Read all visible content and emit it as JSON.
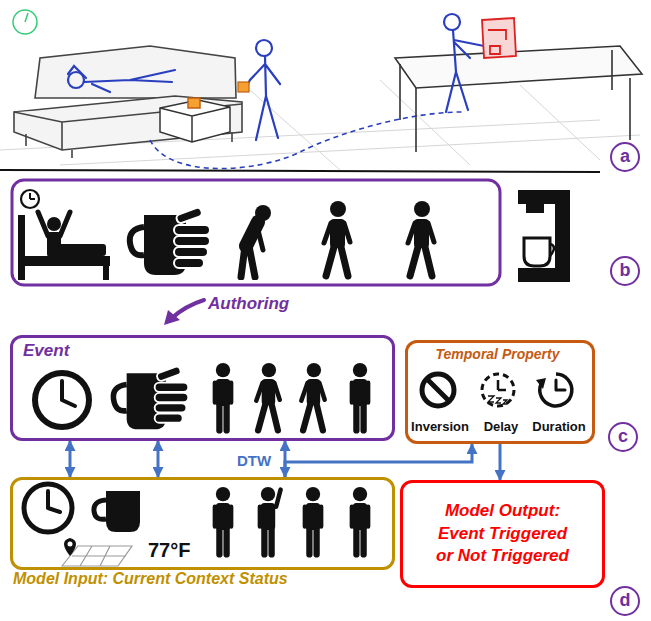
{
  "diagram": {
    "nodes": [
      {
        "text": [
          "a"
        ]
      },
      {
        "text": [
          "b"
        ]
      },
      {
        "text": [
          "Event"
        ]
      },
      {
        "text": [
          "Temporal Property",
          "Inversion",
          "Delay",
          "Duration"
        ]
      },
      {
        "text": [
          "c"
        ]
      },
      {
        "text": [
          "77°F",
          "Model Input: Current Context Status"
        ]
      },
      {
        "text": [
          "Model Output: Event Triggered or Not Triggered"
        ]
      },
      {
        "text": [
          "d"
        ]
      }
    ],
    "edges": [
      {
        "from": 2,
        "to": 5,
        "arrow": "both"
      },
      {
        "from": 2,
        "to": 5,
        "arrow": "both"
      },
      {
        "from": 2,
        "to": 5,
        "label": "DTW",
        "arrow": "both"
      },
      {
        "from": 5,
        "to": 3,
        "arrow": "to"
      },
      {
        "from": 3,
        "to": 6,
        "arrow": "to"
      }
    ],
    "labels": [
      "Authoring"
    ]
  }
}
